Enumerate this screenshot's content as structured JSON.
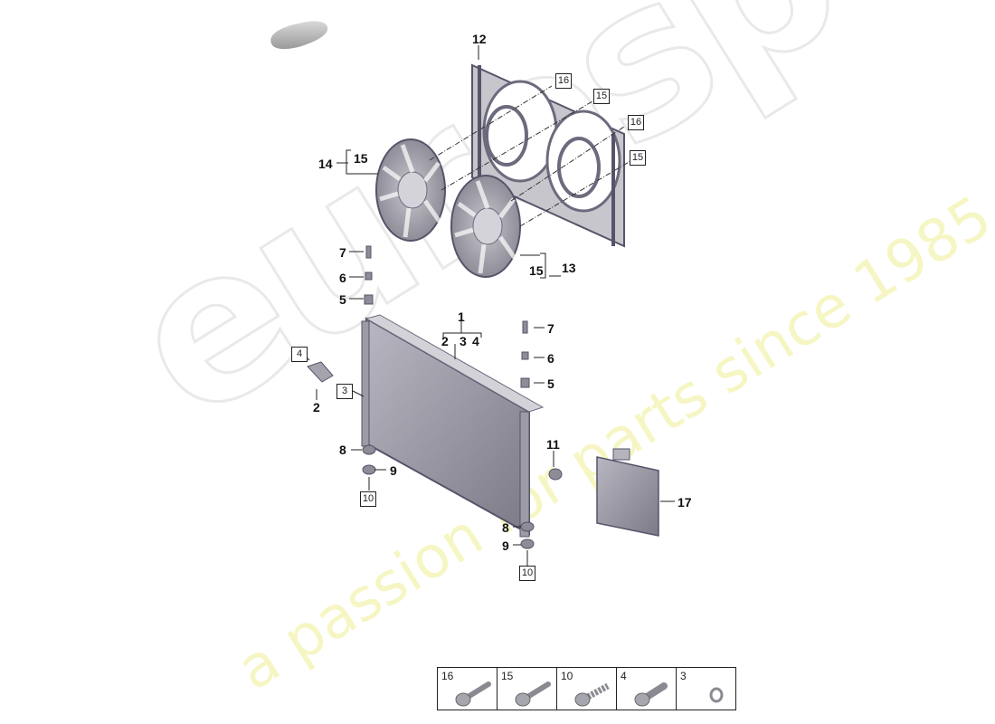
{
  "diagram": {
    "type": "exploded-parts-diagram",
    "subject": "Radiator and cooling fan assembly",
    "watermark": {
      "brand": "eurospares",
      "tagline": "a passion for parts since 1985"
    },
    "callouts": [
      {
        "id": "12",
        "label": "12"
      },
      {
        "id": "14",
        "label": "14"
      },
      {
        "id": "15a",
        "label": "15"
      },
      {
        "id": "13",
        "label": "13"
      },
      {
        "id": "15b",
        "label": "15"
      },
      {
        "id": "7a",
        "label": "7"
      },
      {
        "id": "6a",
        "label": "6"
      },
      {
        "id": "5a",
        "label": "5"
      },
      {
        "id": "1",
        "label": "1"
      },
      {
        "id": "2a",
        "label": "2"
      },
      {
        "id": "3a",
        "label": "3"
      },
      {
        "id": "4a",
        "label": "4"
      },
      {
        "id": "7b",
        "label": "7"
      },
      {
        "id": "6b",
        "label": "6"
      },
      {
        "id": "5b",
        "label": "5"
      },
      {
        "id": "2b",
        "label": "2"
      },
      {
        "id": "8a",
        "label": "8"
      },
      {
        "id": "9a",
        "label": "9"
      },
      {
        "id": "11",
        "label": "11"
      },
      {
        "id": "17",
        "label": "17"
      },
      {
        "id": "8b",
        "label": "8"
      },
      {
        "id": "9b",
        "label": "9"
      }
    ],
    "boxed_refs": [
      {
        "id": "b16a",
        "label": "16"
      },
      {
        "id": "b15a",
        "label": "15"
      },
      {
        "id": "b16b",
        "label": "16"
      },
      {
        "id": "b15b",
        "label": "15"
      },
      {
        "id": "b4",
        "label": "4"
      },
      {
        "id": "b3",
        "label": "3"
      },
      {
        "id": "b10a",
        "label": "10"
      },
      {
        "id": "b10b",
        "label": "10"
      }
    ],
    "hardware_table": [
      {
        "number": "16",
        "part": "torx-flange-screw"
      },
      {
        "number": "15",
        "part": "torx-flange-screw"
      },
      {
        "number": "10",
        "part": "self-tapping-screw"
      },
      {
        "number": "4",
        "part": "torx-screw"
      },
      {
        "number": "3",
        "part": "o-ring"
      }
    ]
  }
}
